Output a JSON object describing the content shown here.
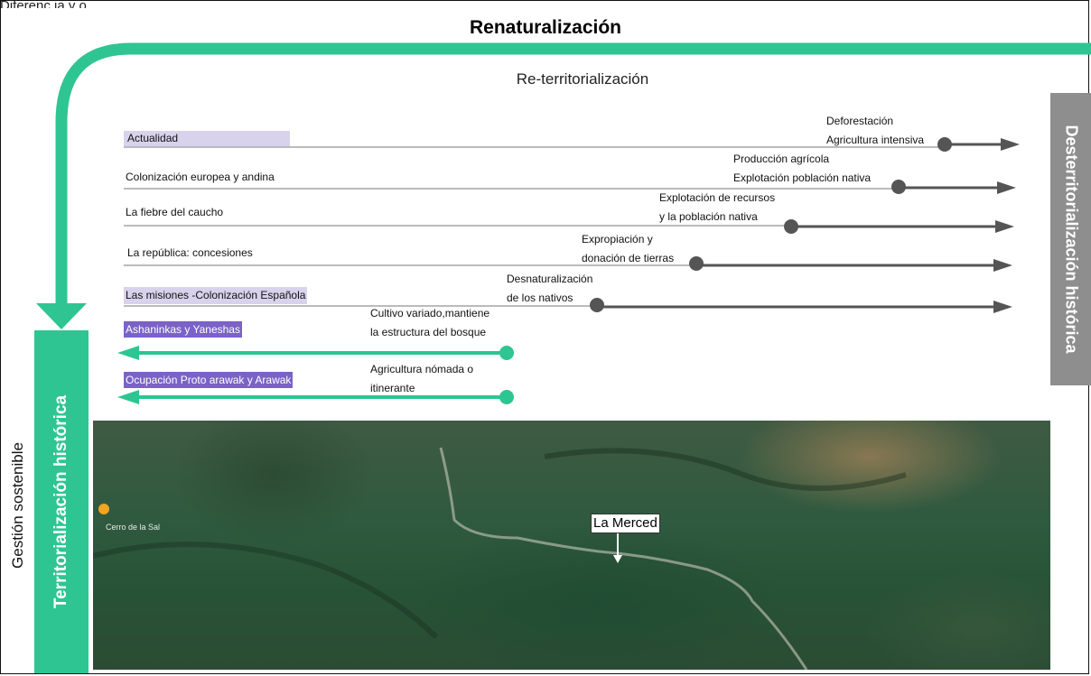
{
  "top_crop_text": "Diferenc ia y o",
  "title": "Renaturalización",
  "subtitle": "Re-territorialización",
  "right_band_label": "Desterritorialización histórica",
  "left_band_label": "Territorialización histórica",
  "side_label": "Gestión sostenible",
  "colors": {
    "green": "#2ec592",
    "gray": "#8e8e8e",
    "dark": "#555555",
    "lavender": "#d8d2ec",
    "purple": "#7a62c6"
  },
  "periods": [
    {
      "label": "Actualidad",
      "annotation": [
        "Deforestación",
        "Agricultura intensiva"
      ]
    },
    {
      "label": "Colonización europea y andina",
      "annotation": [
        "Producción agrícola",
        "Explotación población nativa"
      ]
    },
    {
      "label": "La fiebre del caucho",
      "annotation": [
        "Explotación de recursos",
        "y la población nativa"
      ]
    },
    {
      "label": "La república: concesiones",
      "annotation": [
        "Expropiación  y",
        "donación de tierras"
      ]
    },
    {
      "label": "Las misiones -Colonización Española",
      "annotation": [
        "Desnaturalización",
        "de los nativos"
      ]
    },
    {
      "label": "Ashaninkas y Yaneshas",
      "annotation": [
        "Cultivo variado,mantiene",
        "la estructura del bosque"
      ]
    },
    {
      "label": "Ocupación Proto arawak y Arawak",
      "annotation": [
        "Agricultura nómada o",
        "itinerante"
      ]
    }
  ],
  "map": {
    "place_label": "Cerro de la Sal",
    "city_label": "La Merced"
  }
}
